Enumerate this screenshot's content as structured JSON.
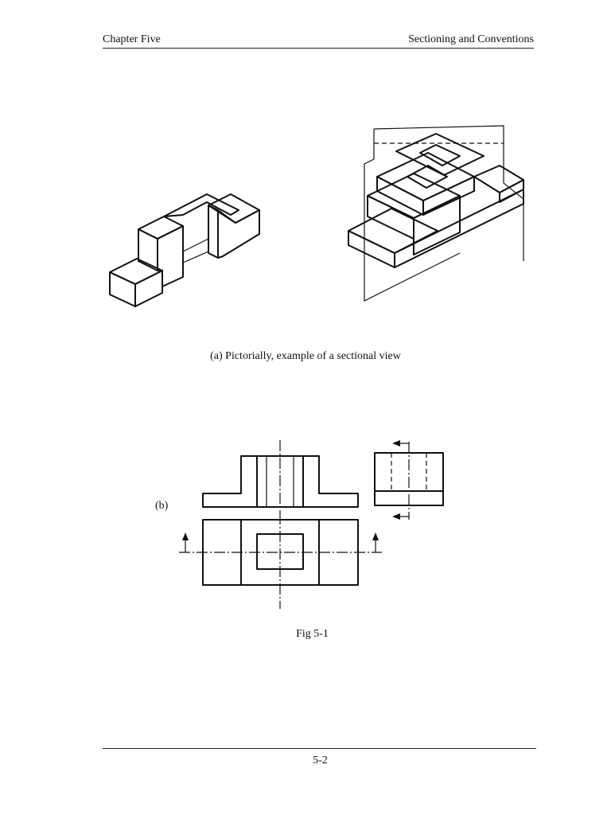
{
  "header": {
    "left": "Chapter Five",
    "right": "Sectioning and Conventions"
  },
  "figure_a": {
    "caption": "(a)  Pictorially, example of a sectional view"
  },
  "figure_b": {
    "label": "(b)"
  },
  "figure_caption": "Fig 5-1",
  "footer": {
    "page_number": "5-2"
  },
  "colors": {
    "ink": "#111111",
    "paper": "#ffffff"
  }
}
